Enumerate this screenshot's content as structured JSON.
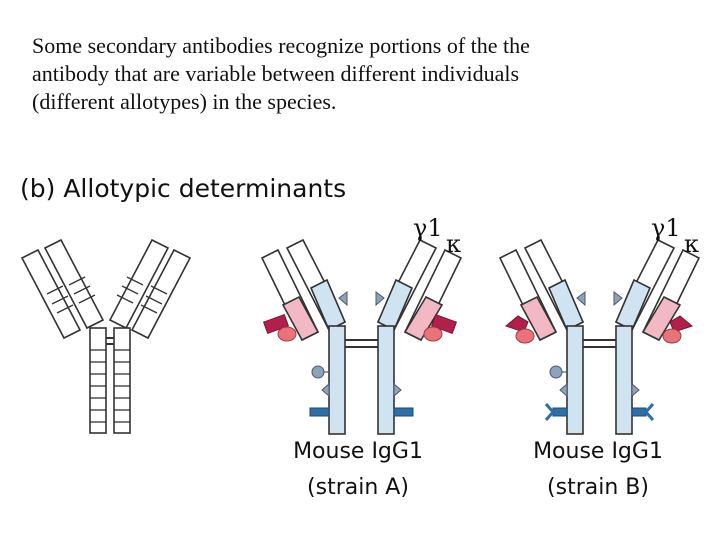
{
  "caption": {
    "line1": "Some secondary antibodies recognize portions of the the",
    "line2": "antibody that are variable between different individuals",
    "line3": "(different allotypes) in the species."
  },
  "figure": {
    "panel_title": "(b) Allotypic determinants",
    "heavy_chain_label": "γ1",
    "light_chain_label": "κ",
    "antibody_a": {
      "name": "Mouse IgG1",
      "strain": "(strain A)"
    },
    "antibody_b": {
      "name": "Mouse IgG1",
      "strain": "(strain B)"
    }
  },
  "colors": {
    "outline": "#333333",
    "heavy_fill": "#cfe3f1",
    "light_fill": "#f2b8c4",
    "marker_red": "#b0204a",
    "marker_blue": "#2f6fa8",
    "marker_gray": "#8aa4bd"
  }
}
